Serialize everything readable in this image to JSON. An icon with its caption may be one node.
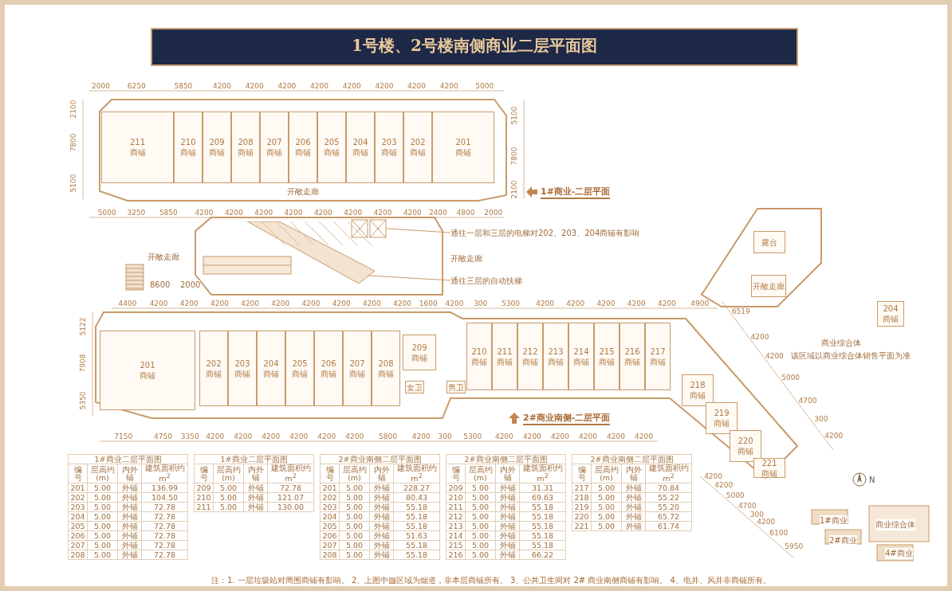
{
  "diagram": {
    "title": "1号楼、2号楼南侧商业二层平面图",
    "nodes": [
      {
        "text": [
          "211",
          "商铺"
        ]
      },
      {
        "text": [
          "210",
          "商铺"
        ]
      },
      {
        "text": [
          "209",
          "商铺"
        ]
      },
      {
        "text": [
          "208",
          "商铺"
        ]
      },
      {
        "text": [
          "207",
          "商铺"
        ]
      },
      {
        "text": [
          "206",
          "商铺"
        ]
      },
      {
        "text": [
          "205",
          "商铺"
        ]
      },
      {
        "text": [
          "204",
          "商铺"
        ]
      },
      {
        "text": [
          "203",
          "商铺"
        ]
      },
      {
        "text": [
          "202",
          "商铺"
        ]
      },
      {
        "text": [
          "201",
          "商铺"
        ]
      },
      {
        "text": [
          "201",
          "商铺"
        ]
      },
      {
        "text": [
          "202",
          "商铺"
        ]
      },
      {
        "text": [
          "203",
          "商铺"
        ]
      },
      {
        "text": [
          "204",
          "商铺"
        ]
      },
      {
        "text": [
          "205",
          "商铺"
        ]
      },
      {
        "text": [
          "206",
          "商铺"
        ]
      },
      {
        "text": [
          "207",
          "商铺"
        ]
      },
      {
        "text": [
          "208",
          "商铺"
        ]
      },
      {
        "text": [
          "209",
          "商铺"
        ]
      },
      {
        "text": [
          "210",
          "商铺"
        ]
      },
      {
        "text": [
          "211",
          "商铺"
        ]
      },
      {
        "text": [
          "212",
          "商铺"
        ]
      },
      {
        "text": [
          "213",
          "商铺"
        ]
      },
      {
        "text": [
          "214",
          "商铺"
        ]
      },
      {
        "text": [
          "215",
          "商铺"
        ]
      },
      {
        "text": [
          "216",
          "商铺"
        ]
      },
      {
        "text": [
          "217",
          "商铺"
        ]
      },
      {
        "text": [
          "218",
          "商铺"
        ]
      },
      {
        "text": [
          "219",
          "商铺"
        ]
      },
      {
        "text": [
          "220",
          "商铺"
        ]
      },
      {
        "text": [
          "221",
          "商铺"
        ]
      },
      {
        "text": [
          "女卫"
        ]
      },
      {
        "text": [
          "男卫"
        ]
      },
      {
        "text": [
          "露台"
        ]
      },
      {
        "text": [
          "开敞走廊"
        ]
      },
      {
        "text": [
          "204",
          "商铺"
        ]
      },
      {
        "text": [],
        "shape": "box"
      },
      {
        "text": [],
        "shape": "box"
      },
      {
        "text": [
          "通往一层和三层的电梯对202、203、204商铺有影响"
        ]
      },
      {
        "text": [
          "通往三层的自动扶梯"
        ]
      }
    ],
    "edges": [
      {
        "from": 39,
        "to": 37,
        "arrow": "none"
      },
      {
        "from": 40,
        "to": 38,
        "arrow": "none"
      }
    ],
    "labels": [
      "2000",
      "6250",
      "5850",
      "4200",
      "4200",
      "4200",
      "4200",
      "4200",
      "4200",
      "4200",
      "4200",
      "5000",
      "2100",
      "7800",
      "5100",
      "5100",
      "7800",
      "2100",
      "5000",
      "3250",
      "5850",
      "4200",
      "4200",
      "4200",
      "4200",
      "4200",
      "4200",
      "4200",
      "4200",
      "2400",
      "4800",
      "2000",
      "4400",
      "4200",
      "4200",
      "4200",
      "4200",
      "4200",
      "4200",
      "4200",
      "4200",
      "4200",
      "1600",
      "4200",
      "300",
      "5300",
      "4200",
      "4200",
      "4200",
      "4200",
      "4200",
      "4900",
      "5122",
      "7908",
      "5350",
      "7150",
      "4750",
      "3350",
      "4200",
      "4200",
      "4200",
      "4200",
      "4200",
      "4200",
      "5800",
      "4200",
      "300",
      "5300",
      "4200",
      "4200",
      "4200",
      "4200",
      "4200",
      "4200",
      "6519",
      "4200",
      "4200",
      "5000",
      "4700",
      "300",
      "4200",
      "4200",
      "4200",
      "5000",
      "4700",
      "300",
      "4200",
      "6100",
      "5950",
      "8600",
      "2000",
      "开敞走廊",
      "开敞走廊",
      "开敞走廊",
      "商业综合体",
      "该区域以商业综合体销售平面为准",
      "1#商业-二层平面",
      "2#商业南侧-二层平面",
      "1#商业二层平面图",
      "编号",
      "层高约(m)",
      "内外铺",
      "建筑面积约m$^{2}$",
      "201",
      "5.00",
      "外铺",
      "136.99",
      "202",
      "5.00",
      "外铺",
      "104.50",
      "203",
      "5.00",
      "外铺",
      "72.78",
      "204",
      "5.00",
      "外铺",
      "72.78",
      "205",
      "5.00",
      "外铺",
      "72.78",
      "206",
      "5.00",
      "外铺",
      "72.78",
      "207",
      "5.00",
      "外铺",
      "72.78",
      "208",
      "5.00",
      "外铺",
      "72.78",
      "1#商业二层平面图",
      "编号",
      "层高约(m)",
      "内外铺",
      "建筑面积约m$^{2}$",
      "209",
      "5.00",
      "外铺",
      "72.78",
      "210",
      "5.00",
      "外铺",
      "121.07",
      "211",
      "5.00",
      "外铺",
      "130.00",
      "2#商业南侧二层平面图",
      "编号",
      "层高约(m)",
      "内外铺",
      "建筑面积约m$^{2}$",
      "201",
      "5.00",
      "外铺",
      "228.27",
      "202",
      "5.00",
      "外铺",
      "80.43",
      "203",
      "5.00",
      "外铺",
      "55.18",
      "204",
      "5.00",
      "外铺",
      "55.18",
      "205",
      "5.00",
      "外铺",
      "55.18",
      "206",
      "5.00",
      "外铺",
      "51.63",
      "207",
      "5.00",
      "外铺",
      "55.18",
      "208",
      "5.00",
      "外铺",
      "55.18",
      "2#商业南侧二层平面图",
      "编号",
      "层高约(m)",
      "内外铺",
      "建筑面积约m$^{2}$",
      "209",
      "5.00",
      "外铺",
      "31.31",
      "210",
      "5.00",
      "外铺",
      "69.63",
      "211",
      "5.00",
      "外铺",
      "55.18",
      "212",
      "5.00",
      "外铺",
      "55.18",
      "213",
      "5.00",
      "外铺",
      "55.18",
      "214",
      "5.00",
      "外铺",
      "55.18",
      "215",
      "5.00",
      "外铺",
      "55.18",
      "216",
      "5.00",
      "外铺",
      "66.22",
      "2#商业南侧二层平面图",
      "编号",
      "层高约(m)",
      "内外铺",
      "建筑面积约m$^{2}$",
      "217",
      "5.00",
      "外铺",
      "70.84",
      "218",
      "5.00",
      "外铺",
      "55.22",
      "219",
      "5.00",
      "外铺",
      "55.20",
      "220",
      "5.00",
      "外铺",
      "65.72",
      "221",
      "5.00",
      "外铺",
      "61.74",
      "N",
      "1#商业",
      "2#商业",
      "商业综合体",
      "4#商业",
      "注：1. 一层垃圾站对周围商铺有影响。 2、上图中▨区域为烟道，非本层商铺所有。 3、公共卫生间对 2# 商业南侧商铺有影响。 4、电井、风井非商铺所有。"
    ]
  }
}
